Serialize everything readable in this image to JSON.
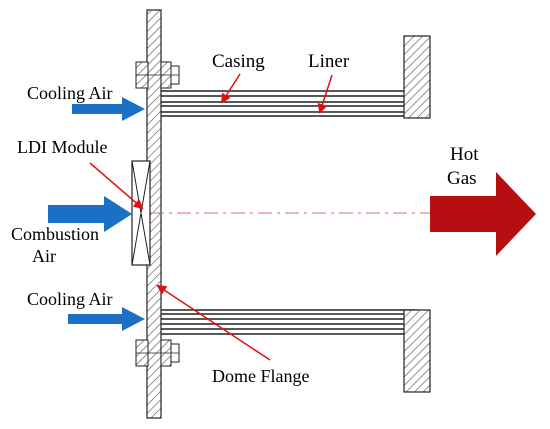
{
  "labels": {
    "casing": "Casing",
    "liner": "Liner",
    "cooling_air_top": "Cooling Air",
    "ldi_module": "LDI Module",
    "combustion_air_line1": "Combustion",
    "combustion_air_line2": "Air",
    "cooling_air_bottom": "Cooling Air",
    "dome_flange": "Dome Flange",
    "hot_gas_line1": "Hot",
    "hot_gas_line2": "Gas"
  },
  "colors": {
    "air_arrow": "#1b6fc4",
    "hot_gas_arrow": "#b50f12",
    "pointer_arrow": "#e01010",
    "centerline": "#d07070",
    "hatch": "#555555"
  }
}
